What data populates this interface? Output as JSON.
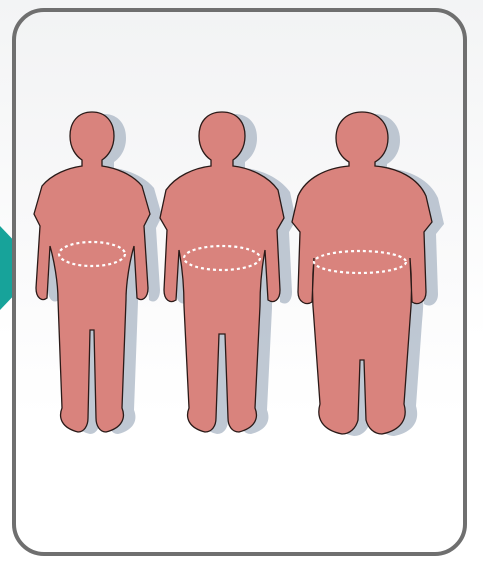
{
  "illustration": {
    "subject": "",
    "figures": [
      {
        "id": "slim",
        "waist_marker": true
      },
      {
        "id": "medium",
        "waist_marker": true
      },
      {
        "id": "large",
        "waist_marker": true
      }
    ]
  },
  "colors": {
    "figure_fill": "#d9837d",
    "figure_outline": "#2a1a18",
    "shadow": "#a9b6c4",
    "waist_marker": "#ffffff",
    "card_border": "#6f6f6f",
    "arrow": "#17a39a"
  },
  "icons": {
    "arrow": "play-arrow-icon"
  }
}
